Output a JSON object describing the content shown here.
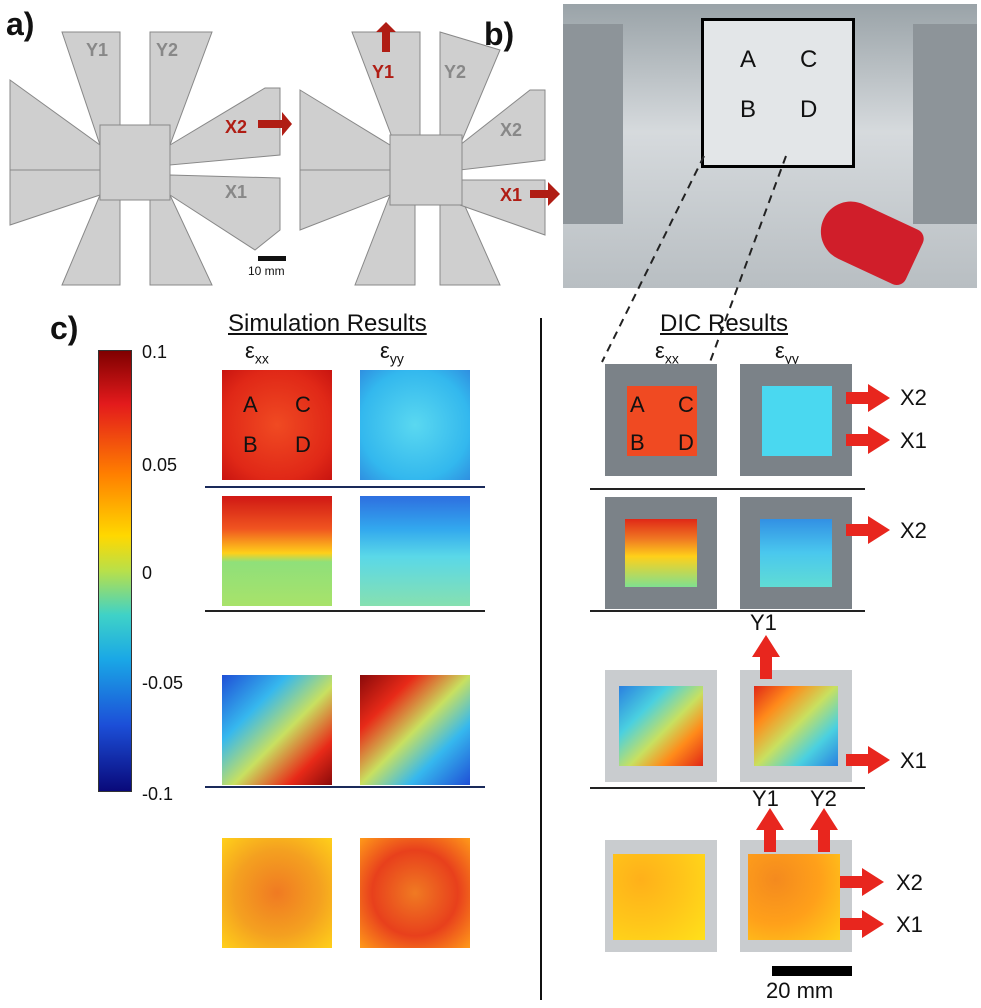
{
  "panels": {
    "a": {
      "label": "a)",
      "arms_left": [
        "Y1",
        "Y2",
        "X2",
        "X1"
      ],
      "arms_right": [
        "Y1",
        "Y2",
        "X2",
        "X1"
      ],
      "scale": "10 mm"
    },
    "b": {
      "label": "b)",
      "regions": [
        "A",
        "C",
        "B",
        "D"
      ]
    },
    "c": {
      "label": "c)"
    }
  },
  "simulation": {
    "title": "Simulation Results",
    "col1": "ε",
    "col1_sub": "xx",
    "col2": "ε",
    "col2_sub": "yy",
    "regions": [
      "A",
      "C",
      "B",
      "D"
    ]
  },
  "dic": {
    "title": "DIC Results",
    "col1": "ε",
    "col1_sub": "xx",
    "col2": "ε",
    "col2_sub": "yy",
    "regions": [
      "A",
      "C",
      "B",
      "D"
    ],
    "row_loads": [
      [
        "X2",
        "X1"
      ],
      [
        "X2"
      ],
      [
        "Y1",
        "X1"
      ],
      [
        "Y1",
        "Y2",
        "X2",
        "X1"
      ]
    ],
    "scale": "20 mm"
  },
  "colorbar": {
    "ticks": [
      "0.1",
      "0.05",
      "0",
      "-0.05",
      "-0.1"
    ]
  },
  "colors": {
    "arrow": "#e8261e",
    "dark_red_label": "#b01d14"
  }
}
